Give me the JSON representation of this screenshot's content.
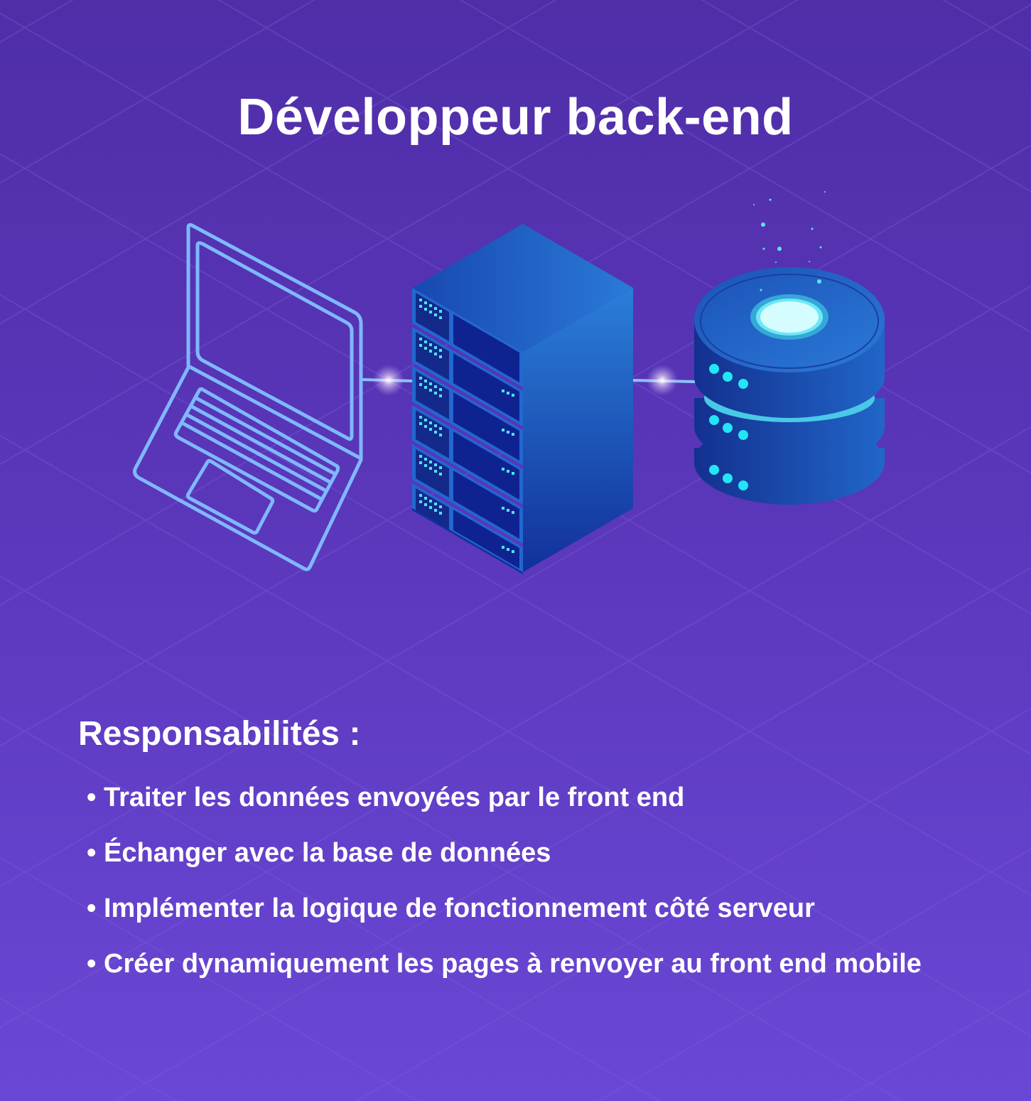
{
  "title": "Développeur back-end",
  "illustration": {
    "items": [
      {
        "name": "laptop",
        "icon": "laptop-icon",
        "style": "outline",
        "stroke_color": "#7fb8ff",
        "keyboard_rows": 5
      },
      {
        "name": "server-rack",
        "icon": "server-rack-icon",
        "units": 6,
        "body_color": "#1f5cc4",
        "led_color": "#4fe3f5"
      },
      {
        "name": "database",
        "icon": "database-icon",
        "disks": 3,
        "body_color": "#1d4fb8",
        "glow_color": "#9ff6ff"
      }
    ],
    "connectors": [
      {
        "from": "laptop",
        "to": "server-rack",
        "color": "#8fc0ff"
      },
      {
        "from": "server-rack",
        "to": "database",
        "color": "#8fc0ff"
      }
    ]
  },
  "responsibilities": {
    "heading": "Responsabilités :",
    "bullet": "•",
    "items": [
      {
        "text": "Traiter les données envoyées par le front end"
      },
      {
        "text": "Échanger avec la base de données"
      },
      {
        "text": "Implémenter la logique de fonctionnement côté serveur"
      },
      {
        "text": "Créer dynamiquement les pages à renvoyer au front end mobile"
      }
    ]
  },
  "colors": {
    "background_top": "#4f2ea8",
    "background_bottom": "#6a48d6",
    "text": "#ffffff",
    "grid_line": "#6a4cc8"
  }
}
